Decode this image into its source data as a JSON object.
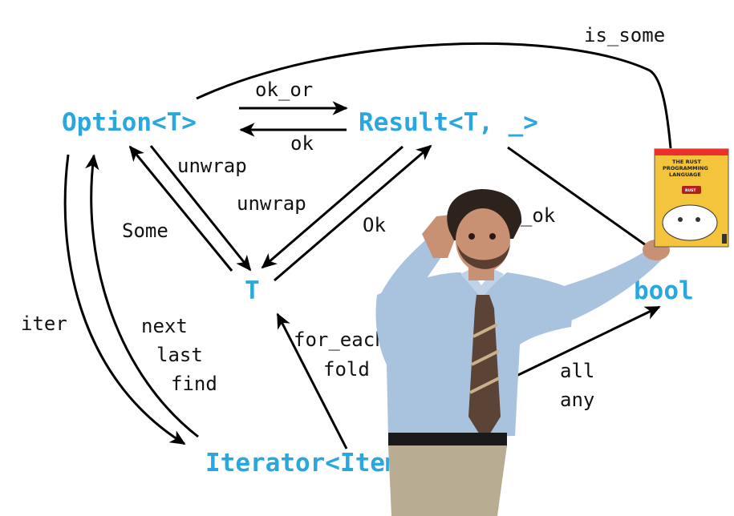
{
  "colors": {
    "node_text": "#2aa7df",
    "edge_line": "#000000",
    "label_text": "#111111",
    "book_cover": "#f3c43c",
    "book_top": "#e9322b",
    "shirt": "#a9c2de",
    "tie": "#5b4436",
    "pants": "#b8ad93",
    "skin": "#c99174",
    "hair": "#2e231c"
  },
  "nodes": {
    "option": "Option<T>",
    "result": "Result<T, _>",
    "t": "T",
    "bool": "bool",
    "iterator": "Iterator<Item = T>"
  },
  "edges": {
    "ok_or": "ok_or",
    "ok": "ok",
    "is_some": "is_some",
    "unwrap_option": "unwrap",
    "unwrap_result": "unwrap",
    "some": "Some",
    "ok_ctor": "Ok",
    "is_ok": "is_ok",
    "iter": "iter",
    "next": "next",
    "last": "last",
    "find": "find",
    "for_each": "for_each",
    "fold": "fold",
    "all": "all",
    "any": "any"
  },
  "overlay": {
    "book": {
      "title_line1": "THE RUST",
      "title_line2": "PROGRAMMING",
      "title_line3": "LANGUAGE",
      "badge": "RUST"
    },
    "person": "man-gesturing-meme"
  }
}
